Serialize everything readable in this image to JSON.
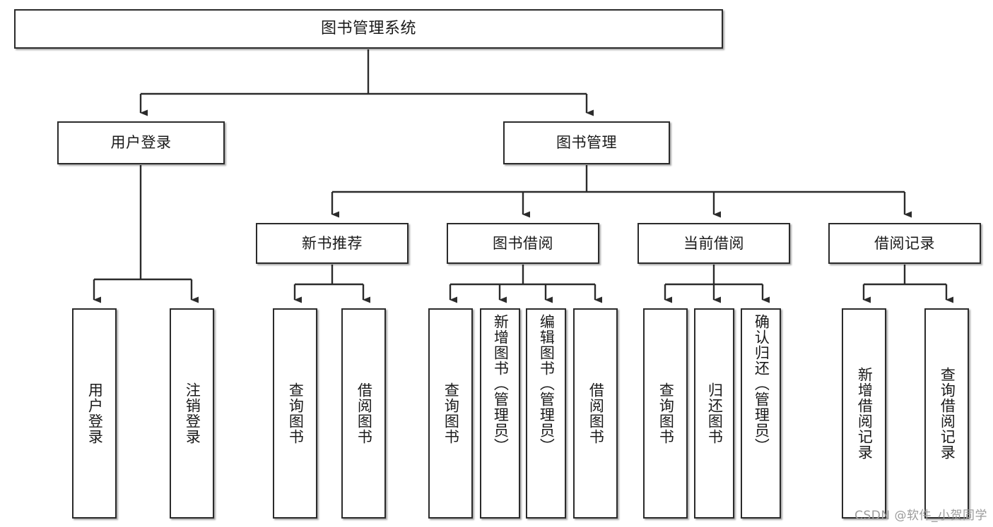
{
  "diagram": {
    "title": "图书管理系统",
    "type": "tree",
    "orientation": "top-down",
    "colors": {
      "box_border": "#2b2b2b",
      "box_fill": "#ffffff",
      "connector": "#2b2b2b",
      "text": "#1a1a1a",
      "watermark": "#9b9b9b",
      "background": "#ffffff"
    }
  },
  "nodes": {
    "root": {
      "label": "图书管理系统",
      "level": 1
    },
    "level2": [
      {
        "id": "user-login",
        "label": "用户登录"
      },
      {
        "id": "book-manage",
        "label": "图书管理"
      }
    ],
    "level3": [
      {
        "id": "new-book-recommend",
        "label": "新书推荐"
      },
      {
        "id": "book-borrow",
        "label": "图书借阅"
      },
      {
        "id": "current-borrow",
        "label": "当前借阅"
      },
      {
        "id": "borrow-record",
        "label": "借阅记录"
      }
    ],
    "leaves": {
      "user_login": [
        {
          "id": "leaf-user-login",
          "label": "用户登录"
        },
        {
          "id": "leaf-logout",
          "label": "注销登录"
        }
      ],
      "new_book_recommend": [
        {
          "id": "leaf-query-book-1",
          "label": "查询图书"
        },
        {
          "id": "leaf-borrow-book-1",
          "label": "借阅图书"
        }
      ],
      "book_borrow": [
        {
          "id": "leaf-query-book-2",
          "label": "查询图书"
        },
        {
          "id": "leaf-add-book",
          "label": "新增图书（管理员）"
        },
        {
          "id": "leaf-edit-book",
          "label": "编辑图书（管理员）"
        },
        {
          "id": "leaf-borrow-book-2",
          "label": "借阅图书"
        }
      ],
      "current_borrow": [
        {
          "id": "leaf-query-book-3",
          "label": "查询图书"
        },
        {
          "id": "leaf-return-book",
          "label": "归还图书"
        },
        {
          "id": "leaf-confirm-return",
          "label": "确认归还（管理员）"
        }
      ],
      "borrow_record": [
        {
          "id": "leaf-add-record",
          "label": "新增借阅记录"
        },
        {
          "id": "leaf-query-record",
          "label": "查询借阅记录"
        }
      ]
    }
  },
  "watermark": {
    "text": "CSDN @软件_小贺同学"
  }
}
